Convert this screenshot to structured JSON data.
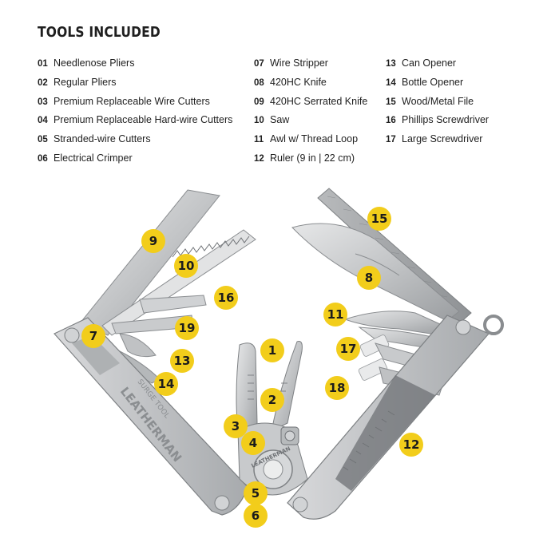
{
  "title": "TOOLS INCLUDED",
  "tools": [
    {
      "num": "01",
      "name": "Needlenose Pliers"
    },
    {
      "num": "02",
      "name": "Regular Pliers"
    },
    {
      "num": "03",
      "name": "Premium Replaceable Wire Cutters"
    },
    {
      "num": "04",
      "name": "Premium Replaceable Hard-wire Cutters"
    },
    {
      "num": "05",
      "name": "Stranded-wire Cutters"
    },
    {
      "num": "06",
      "name": "Electrical Crimper"
    },
    {
      "num": "07",
      "name": "Wire Stripper"
    },
    {
      "num": "08",
      "name": "420HC Knife"
    },
    {
      "num": "09",
      "name": "420HC Serrated Knife"
    },
    {
      "num": "10",
      "name": "Saw"
    },
    {
      "num": "11",
      "name": "Awl w/ Thread Loop"
    },
    {
      "num": "12",
      "name": "Ruler (9 in | 22 cm)"
    },
    {
      "num": "13",
      "name": "Can Opener"
    },
    {
      "num": "14",
      "name": "Bottle Opener"
    },
    {
      "num": "15",
      "name": "Wood/Metal File"
    },
    {
      "num": "16",
      "name": "Phillips Screwdriver"
    },
    {
      "num": "17",
      "name": "Large Screwdriver"
    }
  ],
  "callouts": [
    "1",
    "2",
    "3",
    "4",
    "5",
    "6",
    "7",
    "8",
    "9",
    "10",
    "11",
    "12",
    "13",
    "14",
    "15",
    "16",
    "17",
    "18",
    "19"
  ],
  "engraving": {
    "brand": "LEATHERMAN",
    "model": "SURGE TOOL",
    "small_brand": "LEATHERMAN"
  },
  "colors": {
    "callout": "#f2cd1b",
    "steel": "#c9cbcd",
    "steel_dark": "#8e9194",
    "text": "#1f1f1f"
  }
}
